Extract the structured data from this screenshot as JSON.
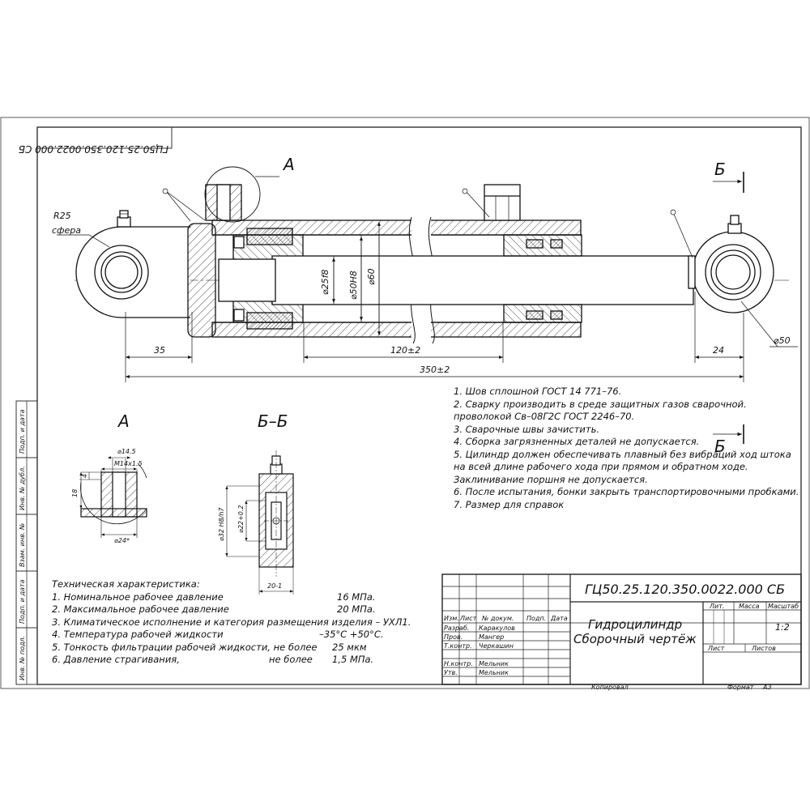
{
  "drawing": {
    "corner_stamp": "ГЦ50.25.120.350.0022.000 СБ",
    "section_a_letter": "А",
    "section_b_letter": "Б",
    "section_b_title": "Б–Б",
    "callouts": {
      "r25": "R25",
      "sphere": "сфера",
      "d25": "⌀25f8",
      "d50": "⌀50H8",
      "d60": "⌀60",
      "d50_eye": "⌀50",
      "dim_35": "35",
      "dim_120": "120±2",
      "dim_24": "24",
      "dim_350": "350±2"
    },
    "detail_a": {
      "d145": "⌀14.5",
      "thread": "M14x1.5",
      "d24": "⌀24*",
      "side_18": "18",
      "side_4": "4"
    },
    "detail_b": {
      "d32": "⌀32 H8/h7",
      "d22": "⌀22+0.2",
      "width": "20-1"
    }
  },
  "notes": [
    "1. Шов сплошной  ГОСТ 14 771–76.",
    "2.  Сварку  производить  в  среде  защитных  газов  сварочной.",
    "проволокой Св–08Г2С   ГОСТ 2246–70.",
    "3. Сварочные швы зачистить.",
    "4. Сборка загрязненных деталей не допускается.",
    "5. Цилиндр должен обеспечивать плавный без вибраций ход штока",
    "на  всей  длине  рабочего  хода   при  прямом  и  обратном  ходе.",
    "Заклинивание поршня не допускается.",
    "6. После испытания, бонки закрыть транспортировочными пробками.",
    "7. Размер для справок"
  ],
  "tech": {
    "title": "Техническая характеристика:",
    "rows": [
      {
        "label": "1. Номинальное рабочее давление",
        "value": "16 МПа."
      },
      {
        "label": "2. Максимальное рабочее давление",
        "value": "20 МПа."
      },
      {
        "label": "3. Климатическое исполнение и категория размещения изделия – УХЛ1.",
        "value": ""
      },
      {
        "label": "4.  Температура рабочей жидкости",
        "value": "–35°С +50°С."
      },
      {
        "label": "5. Тонкость фильтрации рабочей жидкости, не более",
        "value": "25 мкм"
      },
      {
        "label": "6. Давление страгивания,",
        "mid": "не более",
        "value": "1,5 МПа."
      }
    ]
  },
  "title_block": {
    "designation": "ГЦ50.25.120.350.0022.000 СБ",
    "name_line1": "Гидроцилиндр",
    "name_line2": "Сборочный чертёж",
    "col_izm": "Изм.",
    "col_list": "Лист",
    "col_doc": "№ докум.",
    "col_sign": "Подп.",
    "col_date": "Дата",
    "lit": "Лит.",
    "mass": "Масса",
    "scale_label": "Масштаб",
    "scale_value": "1:2",
    "sheet": "Лист",
    "sheets": "Листов",
    "roles": [
      {
        "role": "Разраб.",
        "name": "Каракулов"
      },
      {
        "role": "Пров.",
        "name": "Мангер"
      },
      {
        "role": "Т.контр.",
        "name": "Черкашин"
      },
      {
        "role": "",
        "name": ""
      },
      {
        "role": "Н.контр.",
        "name": "Мельник"
      },
      {
        "role": "Утв.",
        "name": "Мельник"
      }
    ],
    "copied": "Копировал",
    "format_label": "Формат",
    "format_value": "А3"
  },
  "left_strip": [
    "Инв. № подл.",
    "Подп. и дата",
    "Взам. инв. №",
    "Инв. № дубл.",
    "Подп. и дата"
  ]
}
